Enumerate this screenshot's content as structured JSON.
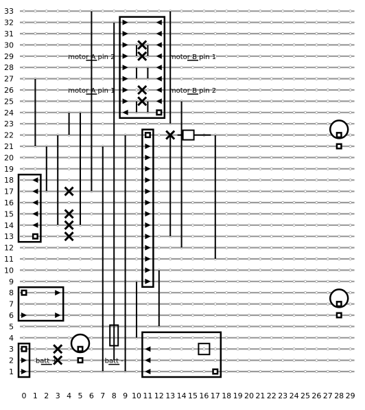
{
  "board": {
    "columns": 30,
    "rows": 33,
    "x_labels": [
      "0",
      "1",
      "2",
      "3",
      "4",
      "5",
      "6",
      "7",
      "8",
      "9",
      "10",
      "11",
      "12",
      "13",
      "14",
      "15",
      "16",
      "17",
      "18",
      "19",
      "20",
      "21",
      "22",
      "23",
      "24",
      "25",
      "26",
      "27",
      "28",
      "29"
    ],
    "y_labels": [
      "1",
      "2",
      "3",
      "4",
      "5",
      "6",
      "7",
      "8",
      "9",
      "10",
      "11",
      "12",
      "13",
      "14",
      "15",
      "16",
      "17",
      "18",
      "19",
      "20",
      "21",
      "22",
      "23",
      "24",
      "25",
      "26",
      "27",
      "28",
      "29",
      "30",
      "31",
      "32",
      "33"
    ]
  },
  "labels": [
    {
      "id": "label-motor-a-pin-2",
      "text": "motor A pin 2",
      "col": 6,
      "row": 29
    },
    {
      "id": "label-motor-a-pin-1",
      "text": "motor A pin 1",
      "col": 6,
      "row": 26
    },
    {
      "id": "label-motor-b-pin-1",
      "text": "motor B pin 1",
      "col": 15,
      "row": 29
    },
    {
      "id": "label-motor-b-pin-2",
      "text": "motor B pin 2",
      "col": 15,
      "row": 26
    },
    {
      "id": "label-batt-plus",
      "text": "batt +",
      "col": 2,
      "row": 2
    },
    {
      "id": "label-batt-minus",
      "text": "batt -",
      "col": 8,
      "row": 2
    }
  ],
  "colors": {
    "ink": "#000000",
    "strip": "#9a9a9a",
    "hole": "#9a9a9a"
  }
}
